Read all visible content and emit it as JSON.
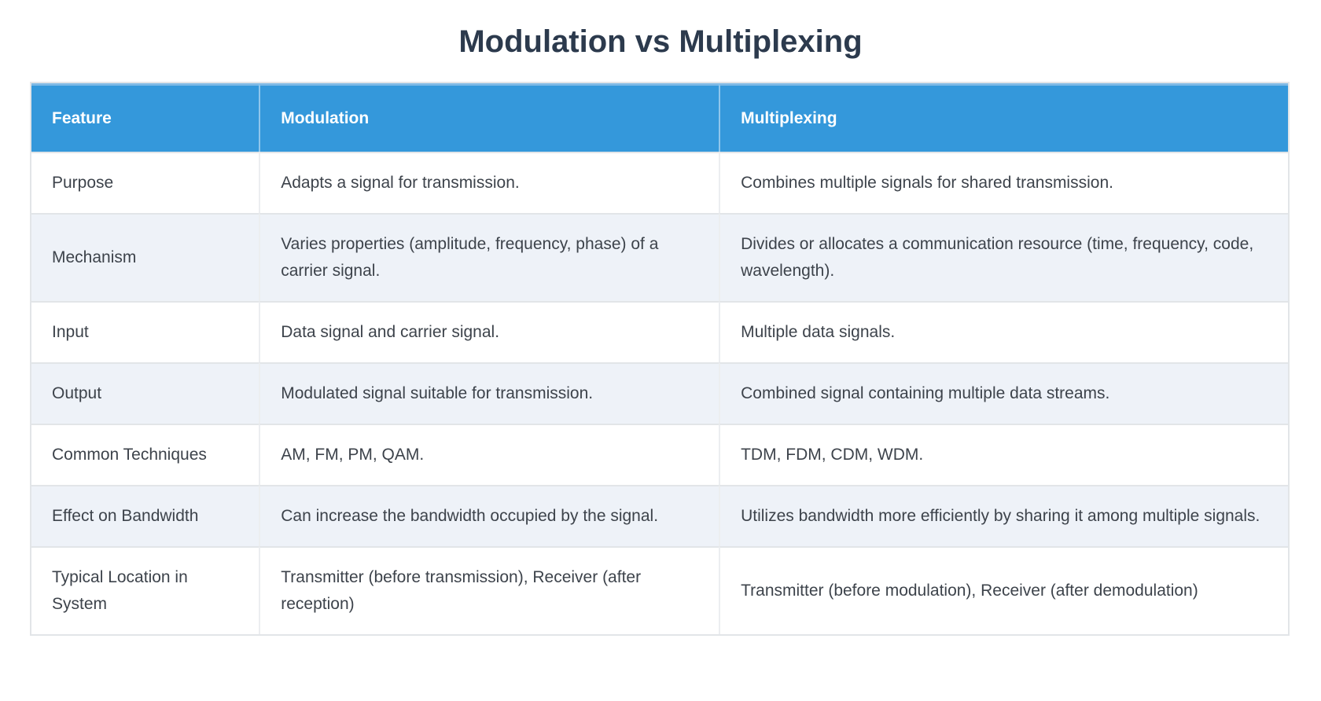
{
  "page": {
    "title": "Modulation vs Multiplexing"
  },
  "table": {
    "columns": [
      "Feature",
      "Modulation",
      "Multiplexing"
    ],
    "rows": [
      [
        "Purpose",
        "Adapts a signal for transmission.",
        "Combines multiple signals for shared transmission."
      ],
      [
        "Mechanism",
        "Varies properties (amplitude, frequency, phase) of a carrier signal.",
        "Divides or allocates a communication resource (time, frequency, code, wavelength)."
      ],
      [
        "Input",
        "Data signal and carrier signal.",
        "Multiple data signals."
      ],
      [
        "Output",
        "Modulated signal suitable for transmission.",
        "Combined signal containing multiple data streams."
      ],
      [
        "Common Techniques",
        "AM, FM, PM, QAM.",
        "TDM, FDM, CDM, WDM."
      ],
      [
        "Effect on Bandwidth",
        "Can increase the bandwidth occupied by the signal.",
        "Utilizes bandwidth more efficiently by sharing it among multiple signals."
      ],
      [
        "Typical Location in System",
        "Transmitter (before transmission), Receiver (after reception)",
        "Transmitter (before modulation), Receiver (after demodulation)"
      ]
    ]
  },
  "colors": {
    "header_bg": "#3498db",
    "header_text": "#ffffff",
    "header_divider": "#7eb9e6",
    "row_alt_bg": "#eef2f8",
    "body_text": "#3d434b",
    "title_text": "#2c3a4d",
    "border": "#e2e5e8"
  }
}
